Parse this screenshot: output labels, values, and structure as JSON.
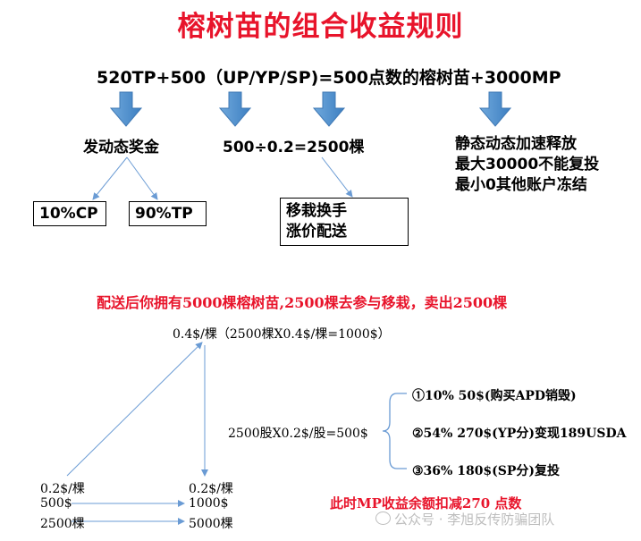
{
  "title": "榕树苗的组合收益规则",
  "formula": "520TP+500（UP/YP/SP)=500点数的榕树苗+3000MP",
  "top": {
    "dynamic_bonus": "发动态奖金",
    "cp_box": "10%CP",
    "tp_box": "90%TP",
    "calc": "500÷0.2=2500棵",
    "transplant_line1": "移栽换手",
    "transplant_line2": "涨价配送",
    "static_line1": "静态动态加速释放",
    "static_line2": "最大30000不能复投",
    "static_line3": "最小0其他账户冻结"
  },
  "middle_note": "配送后你拥有5000棵榕树苗,2500棵去参与移栽，卖出2500棵",
  "bottom": {
    "peak_price": "0.4$/棵（2500棵X0.4$/棵=1000$）",
    "left_price": "0.2$/棵",
    "left_amount": "500$",
    "left_count": "2500棵",
    "right_price": "0.2$/棵",
    "right_amount": "1000$",
    "right_count": "5000棵",
    "shares": "2500股X0.2$/股=500$",
    "item1": "①10%  50$(购买APD销毁)",
    "item2": "②54%  270$(YP分)变现189USDA",
    "item3": "③36%   180$(SP分)复投",
    "mp_note": "此时MP收益余额扣减270 点数"
  },
  "watermark": "公众号 · 李旭反传防骗团队",
  "colors": {
    "accent_red": "#e8142b",
    "arrow_blue": "#4a90d0",
    "line_blue": "#6a9bd4"
  }
}
